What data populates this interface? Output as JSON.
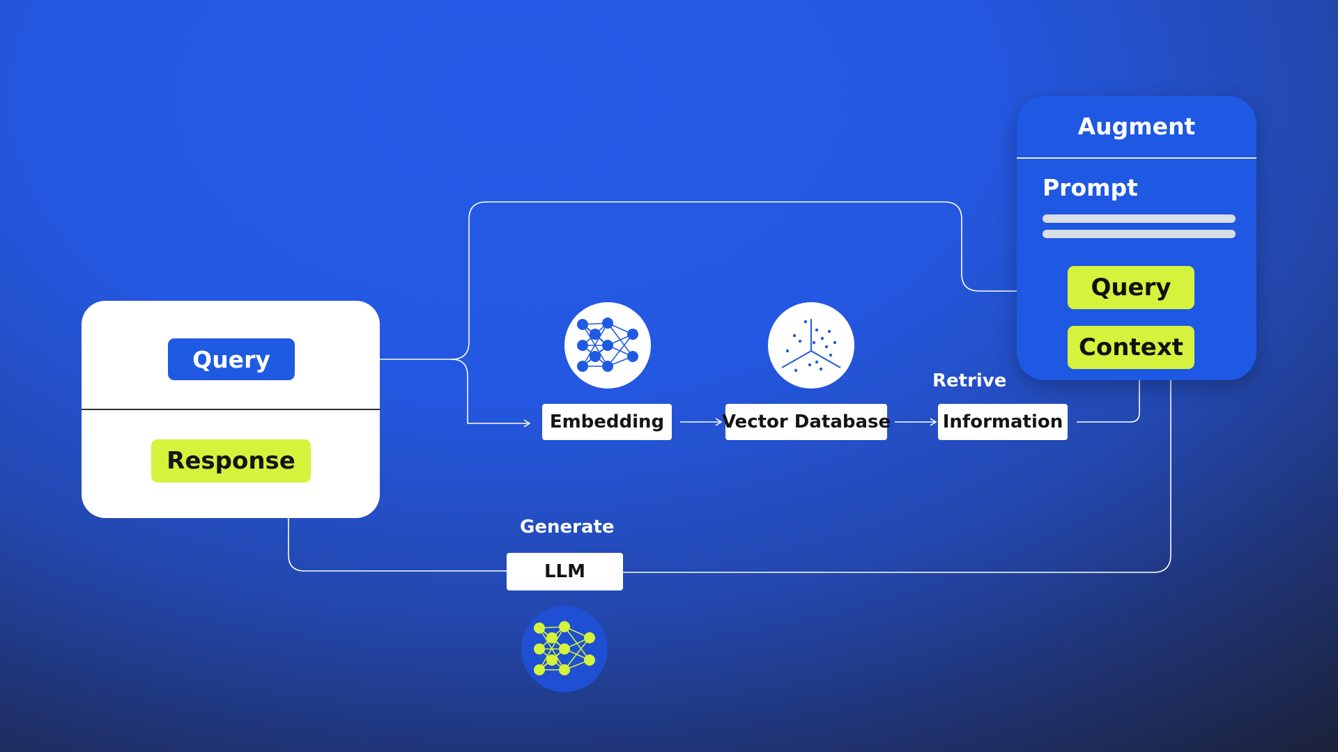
{
  "query_response_card": {
    "query_label": "Query",
    "response_label": "Response"
  },
  "augment_card": {
    "title": "Augment",
    "prompt_label": "Prompt",
    "query_label": "Query",
    "context_label": "Context"
  },
  "pipeline": {
    "embedding_label": "Embedding",
    "vector_database_label": "Vector Database",
    "information_label": "Information",
    "retrieve_caption": "Retrive",
    "llm_label": "LLM",
    "generate_caption": "Generate"
  },
  "icons": {
    "embedding": "neural-network-icon",
    "vector_database": "vector-space-icon",
    "llm": "neural-network-icon"
  },
  "colors": {
    "brand_blue": "#1f5ae3",
    "accent_lime": "#d5f23c",
    "card_white": "#ffffff",
    "connector_line": "#ffffff",
    "background_dark": "#171718"
  }
}
